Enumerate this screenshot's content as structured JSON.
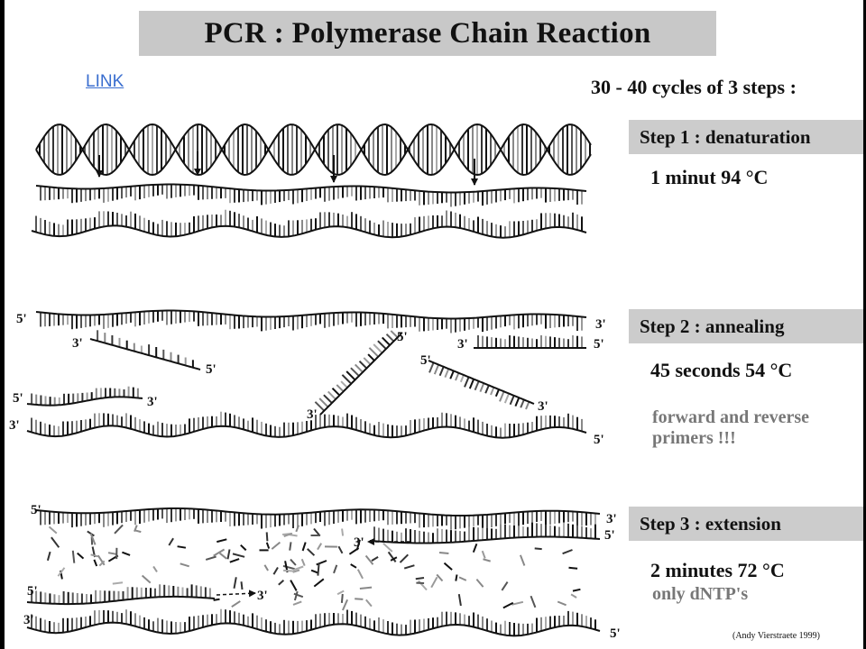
{
  "title": "PCR : Polymerase Chain Reaction",
  "link_text": "LINK",
  "cycles_text": "30 - 40 cycles of 3 steps :",
  "steps": [
    {
      "label": "Step 1 : denaturation",
      "condition": "1 minut 94 °C"
    },
    {
      "label": "Step 2 : annealing",
      "condition": "45 seconds 54 °C",
      "note_lines": [
        "forward and reverse",
        "primers !!!"
      ]
    },
    {
      "label": "Step 3 : extension",
      "condition": "2 minutes 72 °C",
      "note_lines": [
        "only dNTP's"
      ]
    }
  ],
  "end_labels": {
    "five_prime": "5'",
    "three_prime": "3'"
  },
  "credit": "(Andy Vierstraete 1999)",
  "colors": {
    "step_box": "#cccccc",
    "title_box": "#c8c8c8",
    "link": "#3a6ecf",
    "note": "#777777"
  }
}
